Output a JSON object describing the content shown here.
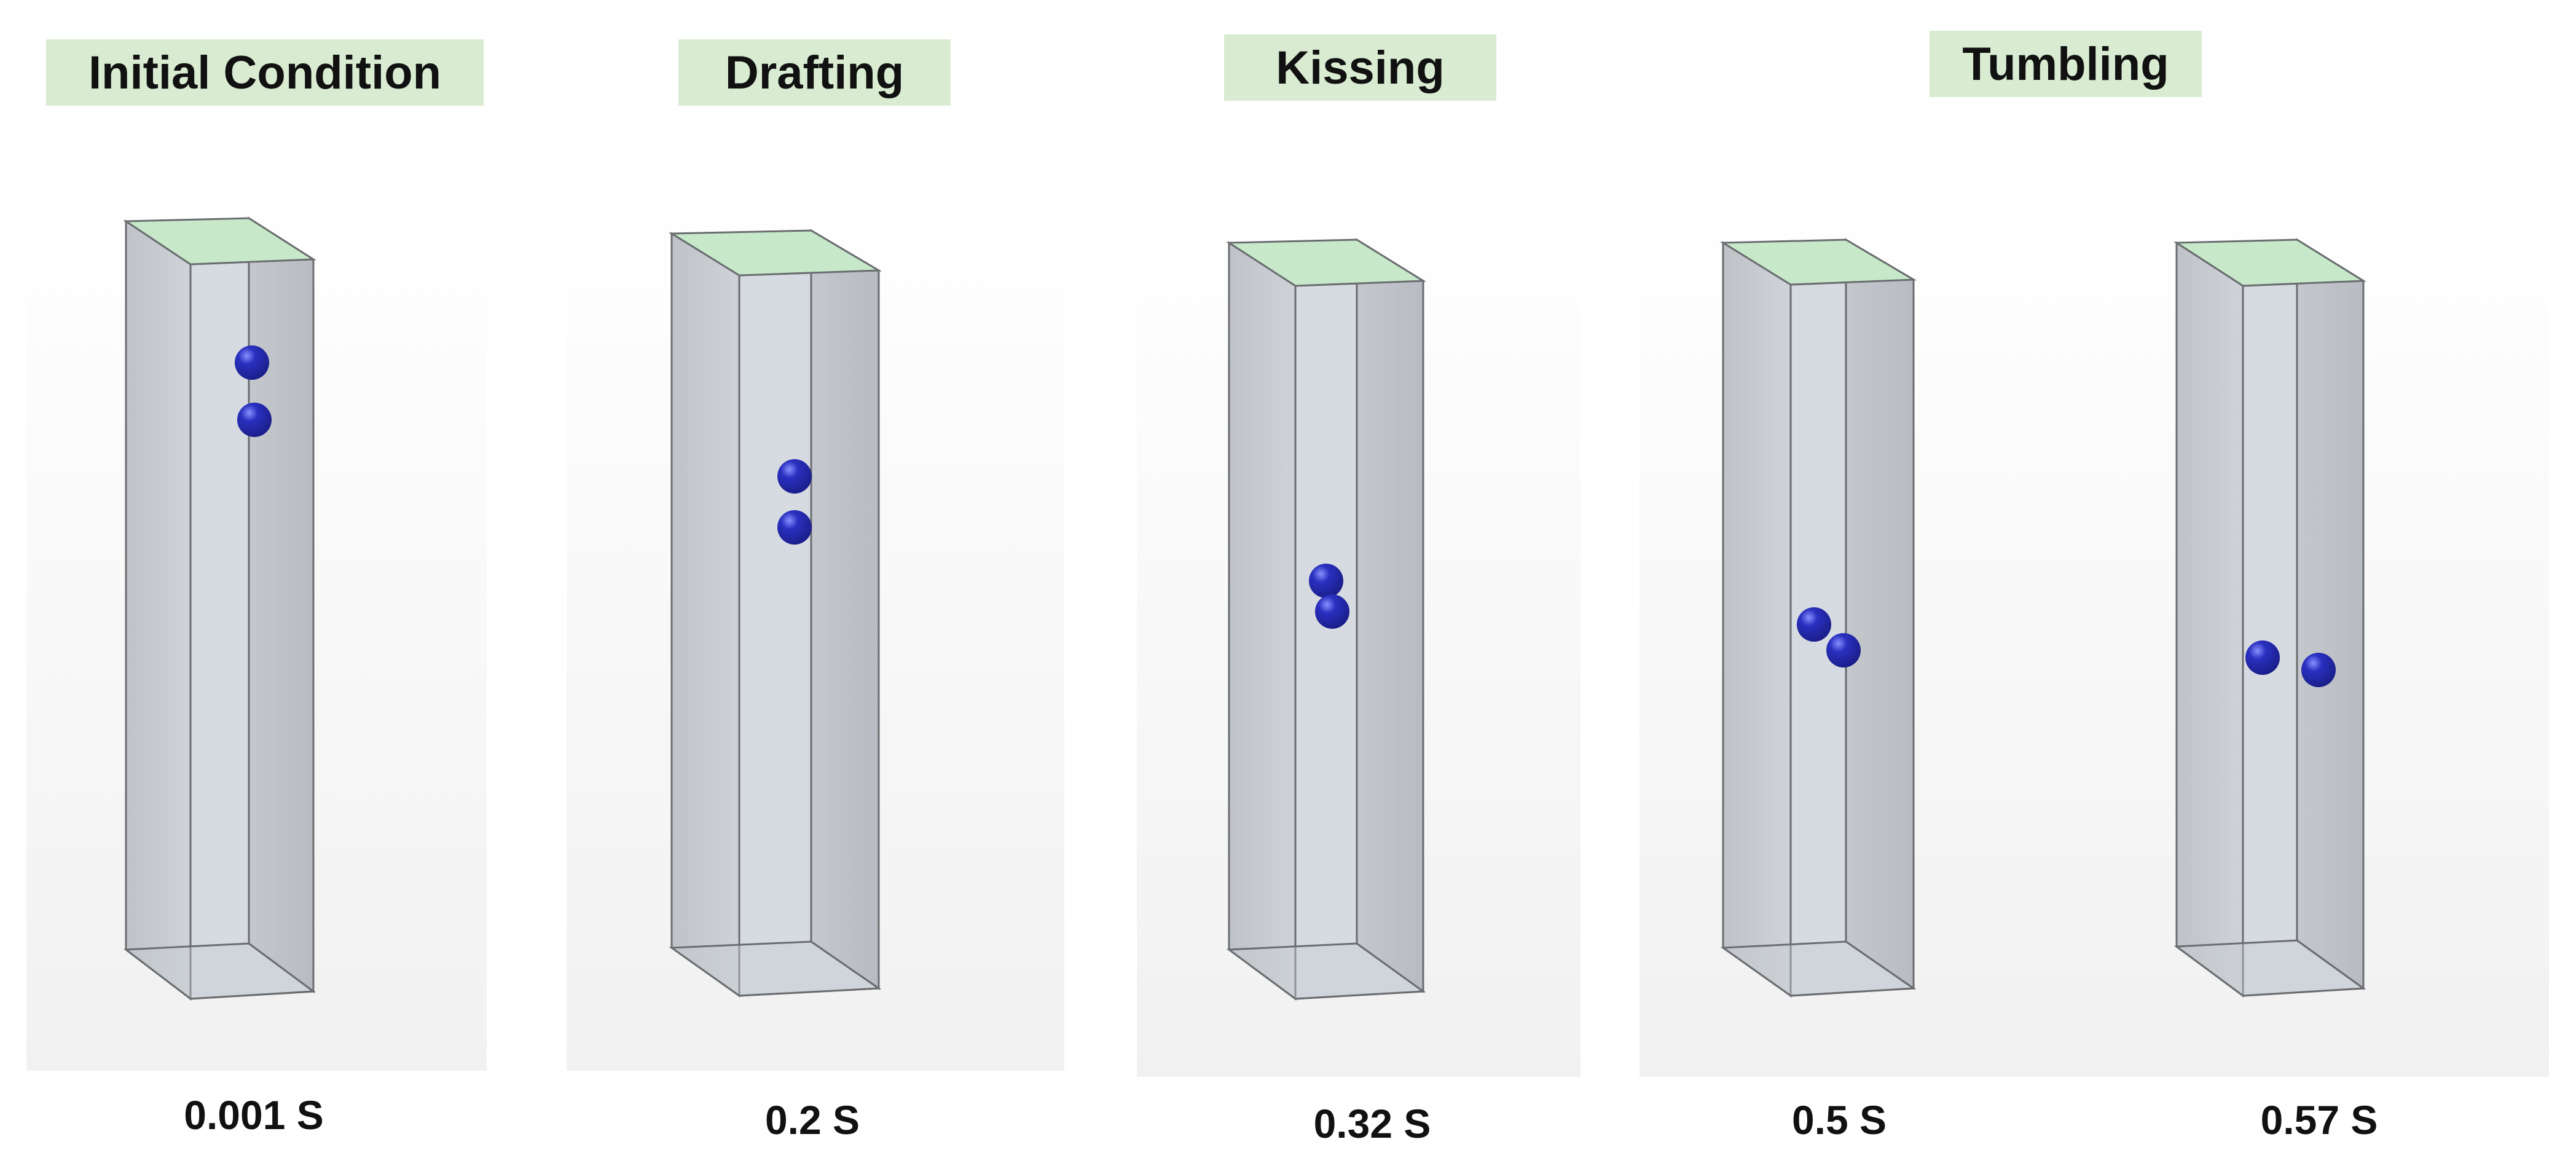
{
  "stages": [
    {
      "label": "Initial Condition"
    },
    {
      "label": "Drafting"
    },
    {
      "label": "Kissing"
    },
    {
      "label": "Tumbling"
    }
  ],
  "snapshots": [
    {
      "time": "0.001 S",
      "stage": "Initial Condition",
      "sphere_count": 2
    },
    {
      "time": "0.2 S",
      "stage": "Drafting",
      "sphere_count": 2
    },
    {
      "time": "0.32 S",
      "stage": "Kissing",
      "sphere_count": 2
    },
    {
      "time": "0.5 S",
      "stage": "Tumbling",
      "sphere_count": 2
    },
    {
      "time": "0.57 S",
      "stage": "Tumbling",
      "sphere_count": 2
    }
  ],
  "colors": {
    "label_background": "#d9ecd2",
    "tank_wall": "#c9ccd0",
    "tank_inner": "#d6dae1",
    "tank_top": "#c7e9c9",
    "sphere": "#1b1f8c"
  }
}
